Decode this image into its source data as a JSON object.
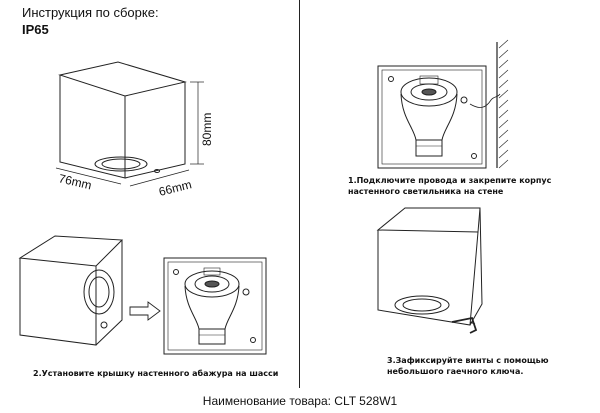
{
  "header": {
    "title": "Инструкция по сборке:",
    "rating": "IP65"
  },
  "dimensions": {
    "height": "80mm",
    "width": "76mm",
    "depth": "66mm"
  },
  "steps": [
    {
      "text": "1.Подключите провода и закрепите корпус настенного светильника на стене"
    },
    {
      "text": "2.Установите крышку настенного абажура на шасси"
    },
    {
      "text": "3.Зафиксируйте винты с помощью небольшого гаечного ключа."
    }
  ],
  "footer": {
    "product_name": "Наименование товара: CLT 528W1"
  }
}
